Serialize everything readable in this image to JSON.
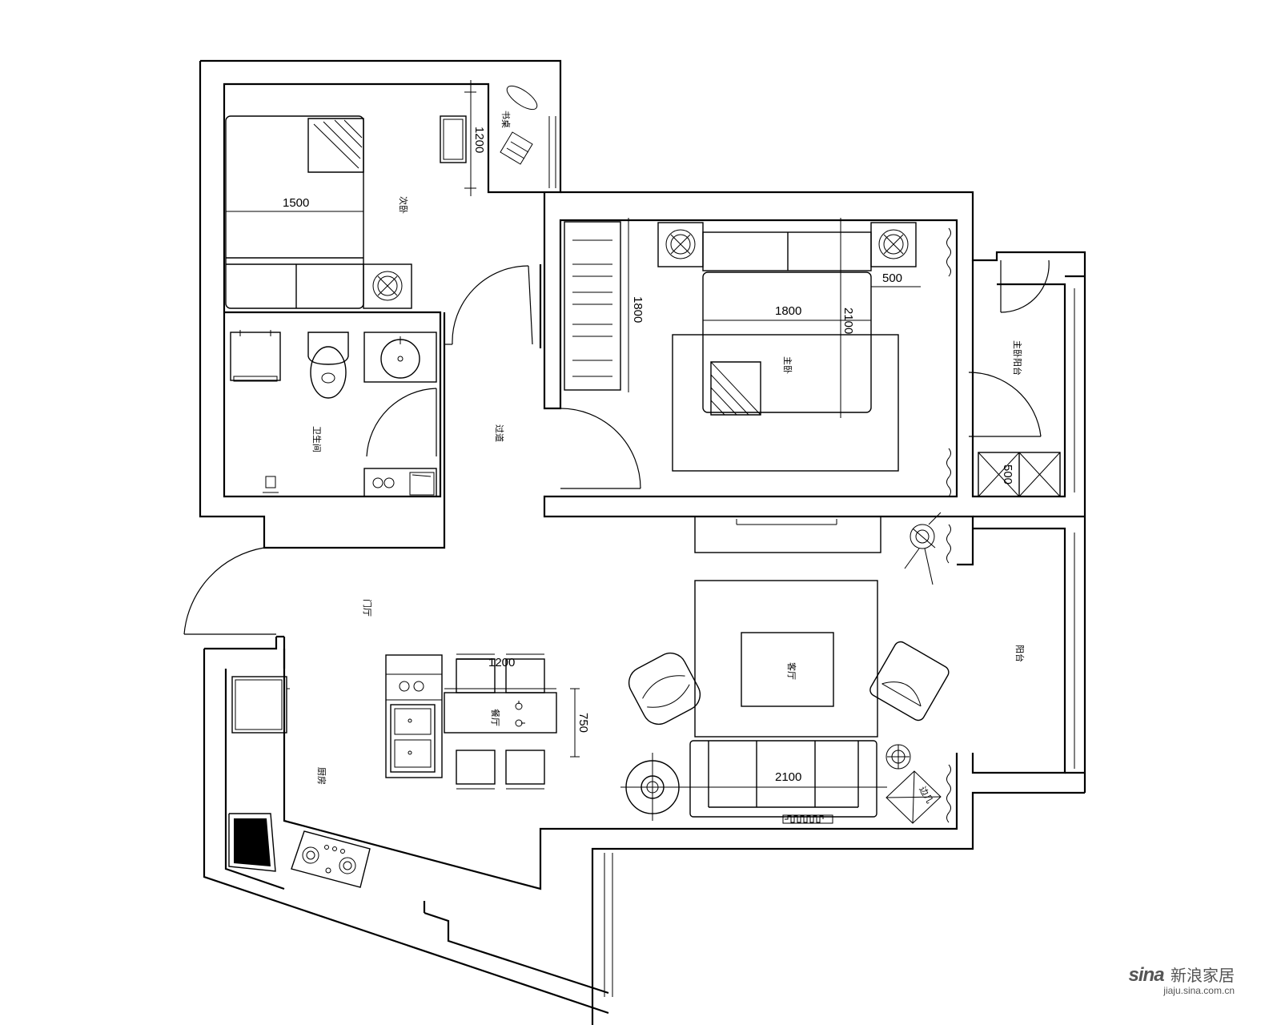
{
  "dimensions": {
    "desk_depth": "1200",
    "second_bed_width": "1500",
    "wardrobe_length": "1800",
    "master_bed_width": "1800",
    "master_bed_length": "2100",
    "nightstand_width": "500",
    "utility_cabinet": "500",
    "dining_table_length": "1200",
    "dining_table_width": "750",
    "sofa_length": "2100"
  },
  "rooms": {
    "study": "书桌",
    "second_bedroom": "次卧",
    "master_bedroom": "主卧",
    "bathroom": "卫生间",
    "corridor": "过道",
    "foyer": "门厅",
    "kitchen": "厨房",
    "dining": "餐厅",
    "living": "客厅",
    "balcony": "阳台",
    "master_balcony": "主卧阳台",
    "side_table": "边几"
  },
  "watermark": {
    "logo": "sina",
    "brand": "新浪家居",
    "url": "jiaju.sina.com.cn"
  }
}
